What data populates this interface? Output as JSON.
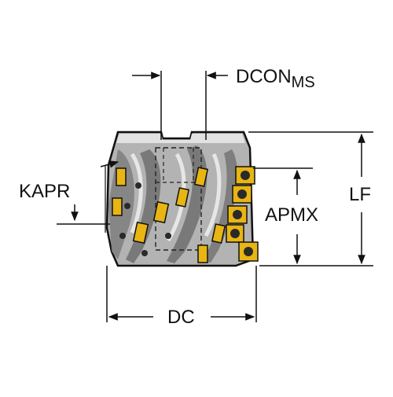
{
  "labels": {
    "dcon": "DCON",
    "dcon_sub": "MS",
    "kapr": "KAPR",
    "lf": "LF",
    "apmx": "APMX",
    "dc": "DC"
  },
  "colors": {
    "line": "#111111",
    "body": "#b3b3b3",
    "body_light": "#e2e2e2",
    "body_dark": "#5a5a5a",
    "insert": "#e8b512",
    "insert_dark": "#9a7800",
    "screw": "#2a2a2a"
  }
}
